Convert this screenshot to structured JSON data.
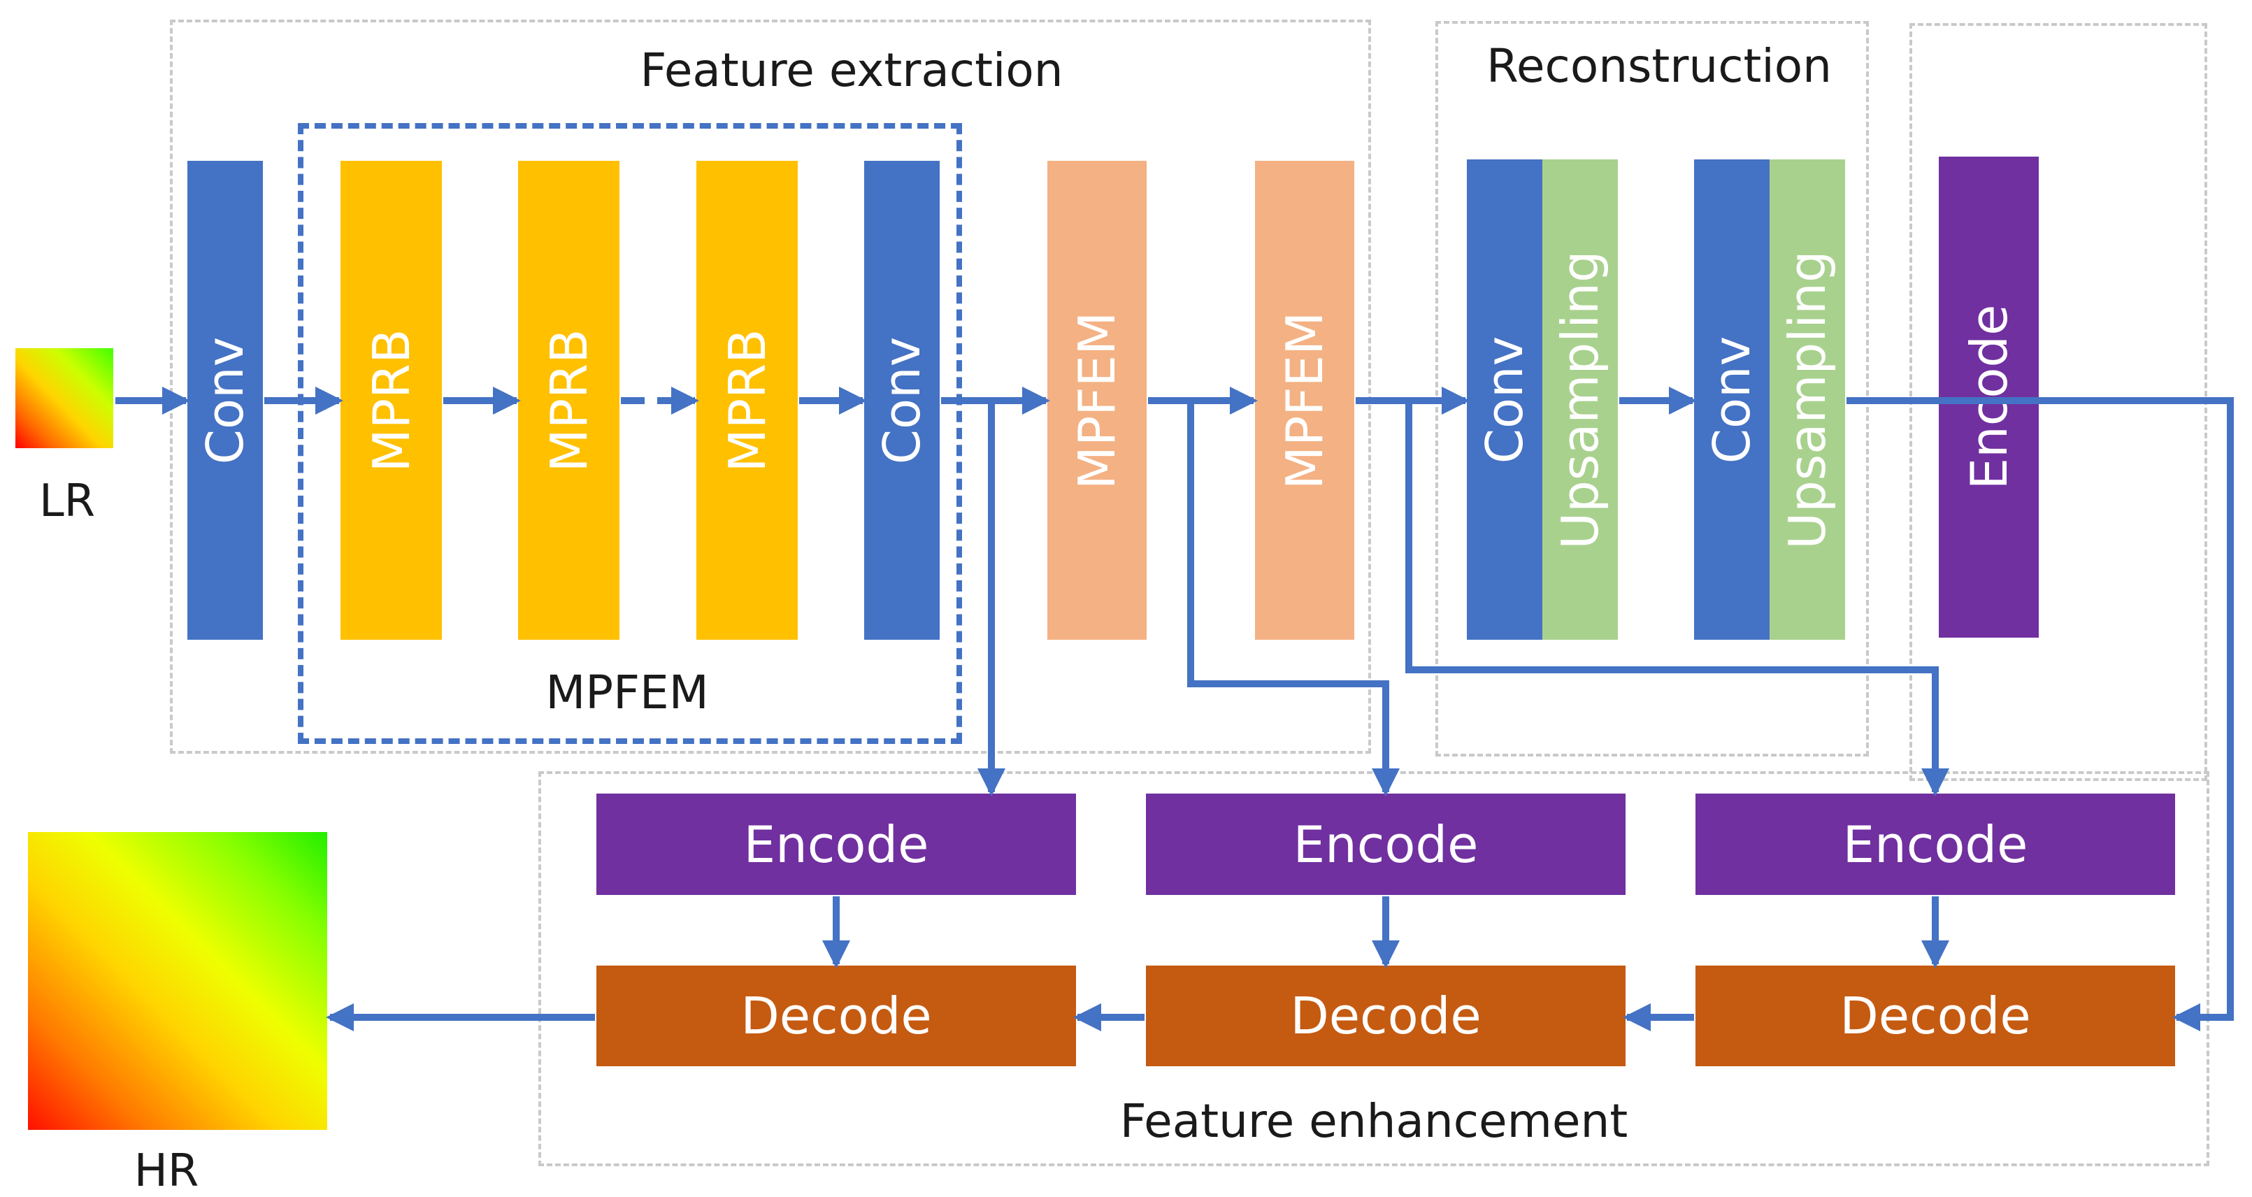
{
  "groups": {
    "feature_extraction": "Feature extraction",
    "reconstruction": "Reconstruction",
    "feature_enhancement": "Feature enhancement",
    "mpfem": "MPFEM"
  },
  "io": {
    "input_label": "LR",
    "output_label": "HR"
  },
  "blocks": {
    "conv_1": "Conv",
    "mprb_1": "MPRB",
    "mprb_2": "MPRB",
    "mprb_3": "MPRB",
    "conv_2": "Conv",
    "mpfem_1": "MPFEM",
    "mpfem_2": "MPFEM",
    "recon_conv_1": "Conv",
    "recon_upsampling_1": "Upsampling",
    "recon_conv_2": "Conv",
    "recon_upsampling_2": "Upsampling",
    "encode_top": "Encode",
    "encode_1": "Encode",
    "encode_2": "Encode",
    "encode_3": "Encode",
    "decode_1": "Decode",
    "decode_2": "Decode",
    "decode_3": "Decode"
  },
  "colors": {
    "conv": "#4472c4",
    "mprb": "#ffc000",
    "mpfem": "#f4b183",
    "upsampling": "#a9d18e",
    "encode": "#7030a0",
    "decode": "#c55a11",
    "arrow": "#4472c4",
    "group_border": "#c9c9c9"
  }
}
